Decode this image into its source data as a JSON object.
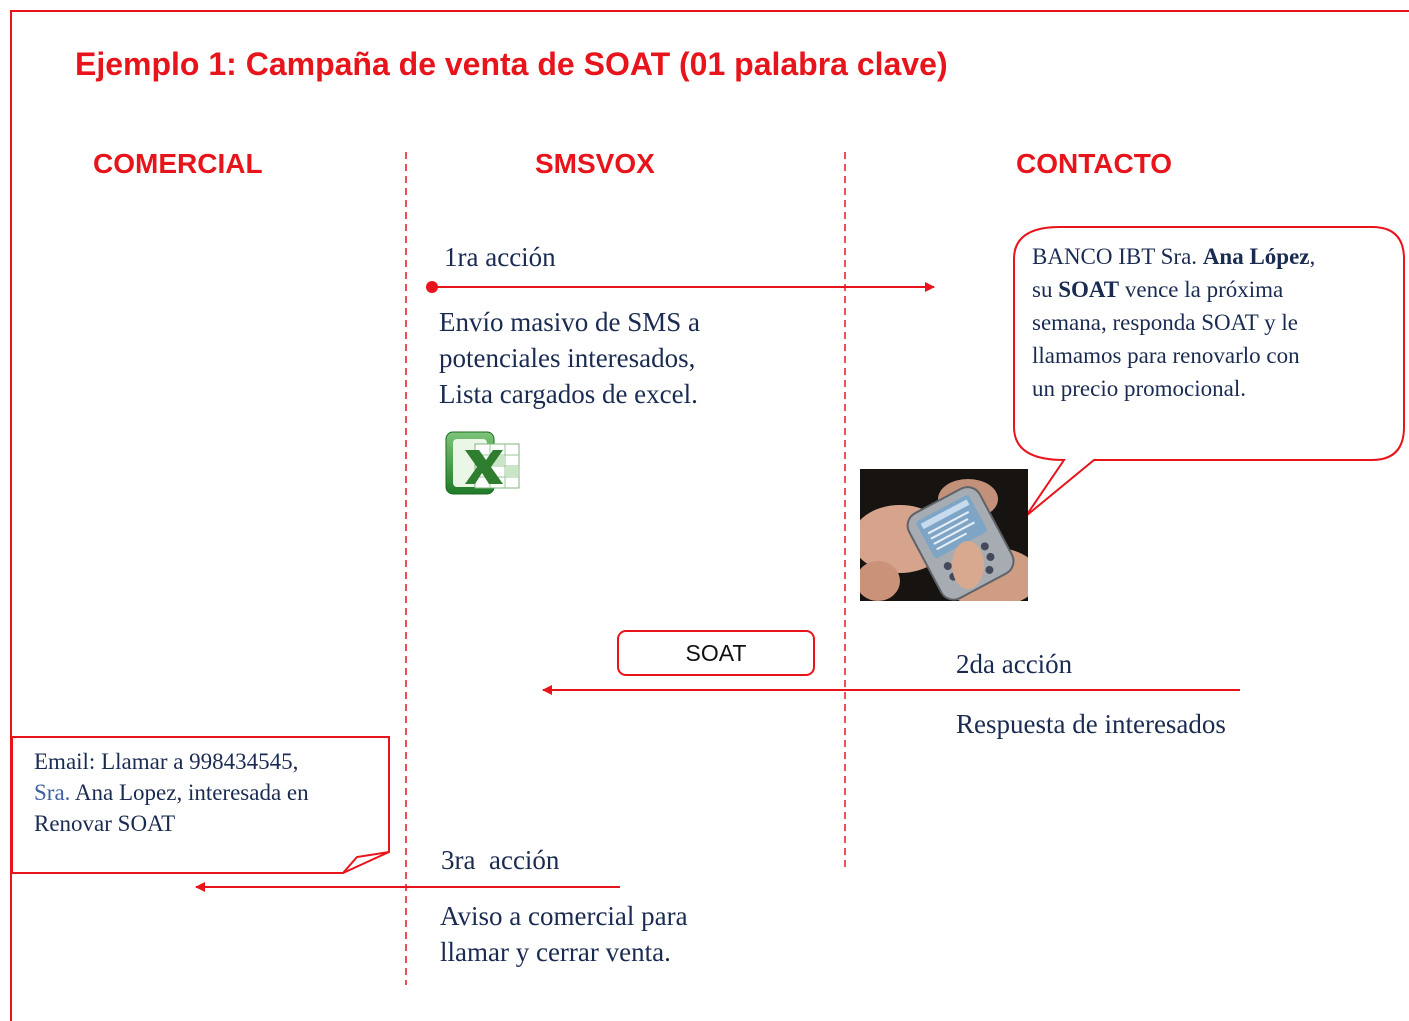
{
  "title": "Ejemplo 1: Campaña de venta de SOAT (01 palabra clave)",
  "columns": {
    "comercial": "COMERCIAL",
    "smsvox": "SMSVOX",
    "contacto": "CONTACTO"
  },
  "step1": {
    "label": "1ra acción",
    "lines": [
      "Envío masivo de SMS a",
      "potenciales interesados,",
      "Lista cargados de excel."
    ]
  },
  "sms_bubble": {
    "l1_a": "BANCO IBT Sra. ",
    "l1_b": "Ana López",
    "l1_c": ",",
    "l2_a": "su ",
    "l2_b": "SOAT",
    "l2_c": " vence la próxima",
    "l3": "semana, responda SOAT y le",
    "l4": "llamamos para renovarlo con",
    "l5": "un precio promocional."
  },
  "step2": {
    "keyword": "SOAT",
    "label": "2da acción",
    "description": "Respuesta de interesados"
  },
  "email_note": {
    "line1": "Email: Llamar a 998434545,",
    "line2_a": "Sra.",
    "line2_b": " Ana Lopez, interesada en",
    "line3": "Renovar SOAT"
  },
  "step3": {
    "label": "3ra  acción",
    "lines": [
      "Aviso a comercial para",
      "llamar y cerrar venta."
    ]
  },
  "colors": {
    "accent_red": "#e8141b",
    "text_navy": "#1a2b52",
    "excel_green": "#2e8b2e"
  },
  "icons": {
    "spreadsheet": "excel-icon",
    "phone": "phone-photo"
  }
}
